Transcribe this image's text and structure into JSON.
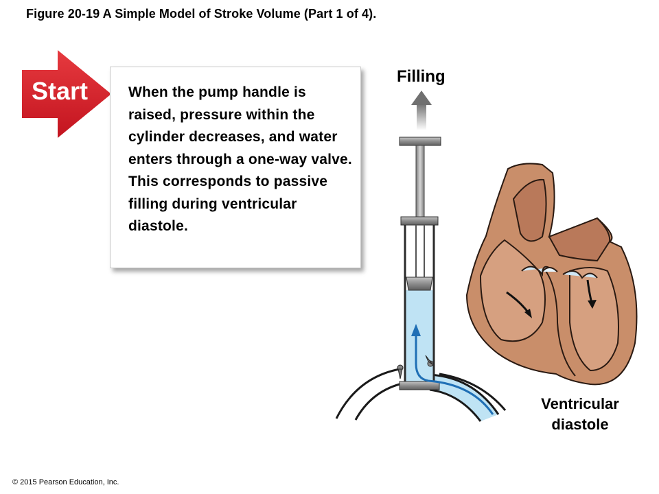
{
  "figure_title": "Figure 20-19 A Simple Model of Stroke Volume (Part 1 of 4).",
  "start_label": "Start",
  "description": "When the pump handle is raised, pressure within the cylinder decreases, and water enters through a one-way valve. This corresponds to passive filling during ventricular diastole.",
  "pump_label": "Filling",
  "heart_caption": "Ventricular diastole",
  "copyright": "© 2015 Pearson Education, Inc.",
  "colors": {
    "start_red": "#d7202e",
    "water_blue": "#bfe3f4",
    "flow_arrow_blue": "#1f6fb5",
    "heart_tan": "#c98e6a",
    "metal_gray": "#8c8c8c"
  }
}
